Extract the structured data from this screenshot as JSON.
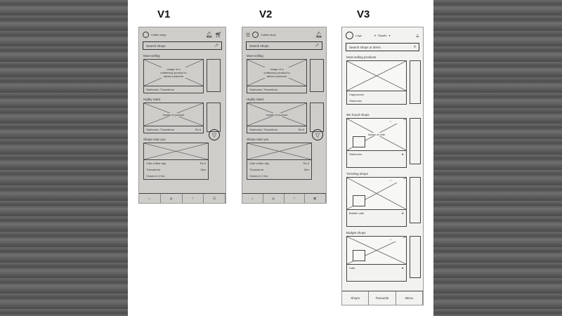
{
  "labels": [
    "V1",
    "V2",
    "V3"
  ],
  "v1": {
    "title": "Coffee shop",
    "search": "Search shops",
    "most_selling": "Most selling",
    "promo": "Image of a coffee/any product to attract customer",
    "promo_caption": "Starbucks, Trivandrum",
    "highly_rated": "Highly rated",
    "product": "Image of product",
    "product_caption": "Starbucks, Trivandrum",
    "rating": "Rs.5",
    "near": "Shops near you",
    "shop_name": "Cafe coffee day",
    "shop_city": "Trivandrum",
    "shop_price": "Rs.3",
    "shop_dist": "2km",
    "shop_status": "Closes in 2 hrs"
  },
  "v2": {
    "title": "Coffee shop",
    "search": "Search shops",
    "most_selling": "Most selling",
    "promo": "Image of a coffee/any product to attract customer",
    "promo_caption": "Starbucks, Trivandrum",
    "highly_rated": "Highly rated",
    "product": "Image of product",
    "product_caption": "Starbucks, Trivandrum",
    "rating": "Rs.5",
    "near": "Shops near you",
    "shop_name": "Cafe coffee day",
    "shop_city": "Trivandrum",
    "shop_price": "Rs.3",
    "shop_dist": "2km",
    "shop_status": "Closes in 2 hrs"
  },
  "v3": {
    "logo": "Logo",
    "location": "Riyadh",
    "search": "Search shops or items",
    "most_selling": "Most selling products",
    "product_name": "Cappuccino",
    "product_shop": "Starbucks",
    "found": "We found shops",
    "cafe_img": "Image of cafe",
    "shop1": "Starbucks",
    "trending": "Trending shops",
    "shop2": "Bubble cafe",
    "budget": "Budget shops",
    "shop3": "Cafe",
    "nav": [
      "Shops",
      "Favourite",
      "Menu"
    ]
  }
}
